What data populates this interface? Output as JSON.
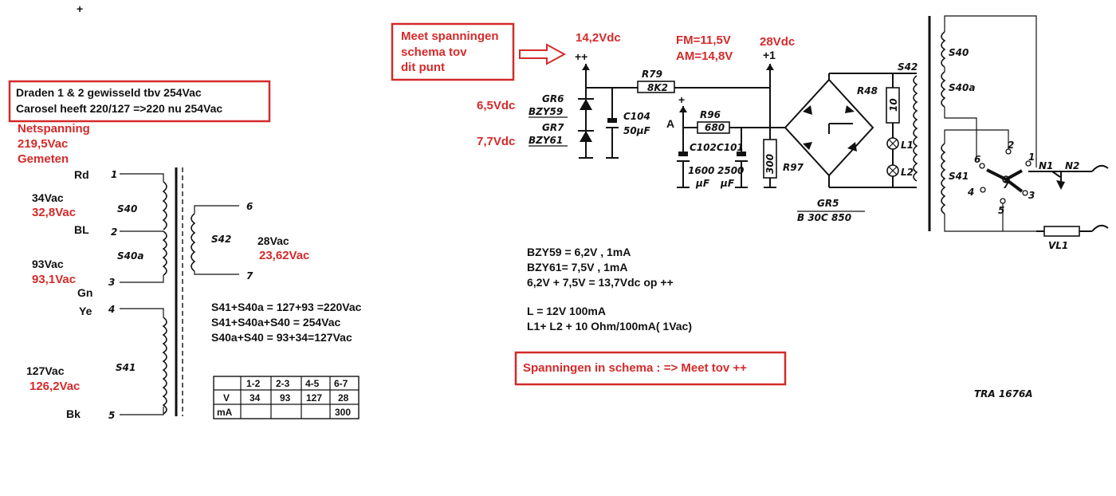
{
  "top_plus": "+",
  "callout_red": "Draden 1 & 2 gewisseld tbv 254Vac",
  "callout_red2": "Carosel heeft 220/127 =>220 nu 254Vac",
  "netspanning": [
    "Netspanning",
    "219,5Vac",
    "Gemeten"
  ],
  "measure_box": [
    "Meet spanningen",
    "schema tov",
    "dit punt"
  ],
  "schema_box": "Spanningen in schema : => Meet tov ++",
  "red_values": {
    "v34": "32,8Vac",
    "v93": "93,1Vac",
    "v127": "126,2Vac",
    "v28": "23,62Vac",
    "pp": "14,2Vdc",
    "fm": "FM=11,5V",
    "am": "AM=14,8V",
    "p1": "28Vdc",
    "gr6": "6,5Vdc",
    "gr7": "7,7Vdc"
  },
  "transformer_left": {
    "wire_labels": [
      "Rd",
      "BL",
      "Gn",
      "Ye",
      "Bk"
    ],
    "pin_numbers": [
      "1",
      "2",
      "3",
      "4",
      "5"
    ],
    "windings": [
      "S40",
      "S40a",
      "S41"
    ],
    "voltages": [
      "34Vac",
      "93Vac",
      "127Vac"
    ],
    "secondary": "S42",
    "sec_pins": [
      "6",
      "7"
    ],
    "sec_voltage": "28Vac"
  },
  "sums": [
    "S41+S40a = 127+93 =220Vac",
    "S41+S40a+S40 = 254Vac",
    "S40a+S40 = 93+34=127Vac"
  ],
  "table": {
    "headers": [
      "",
      "1-2",
      "2-3",
      "4-5",
      "6-7"
    ],
    "rows": [
      [
        "V",
        "34",
        "93",
        "127",
        "28"
      ],
      [
        "mA",
        "",
        "",
        "",
        "300"
      ]
    ]
  },
  "schematic": {
    "pp_label": "++",
    "p1_label": "+1",
    "r79": "R79",
    "r79_val": "8K2",
    "gr6": "GR6",
    "gr6_type": "BZY59",
    "gr7": "GR7",
    "gr7_type": "BZY61",
    "c104": "C104",
    "c104_val": "50µF",
    "a_label": "A",
    "plus_small": "+",
    "r96": "R96",
    "r96_val": "680",
    "c102": "C102",
    "c101": "C101",
    "c102_val": "1600",
    "c101_val": "2500",
    "uf": "µF",
    "r97": "R97",
    "r97_val": "300",
    "r48": "R48",
    "r48_val": "10",
    "l1": "L1",
    "l2": "L2",
    "gr5": "GR5",
    "gr5_type": "B 30C 850",
    "s42": "S42",
    "s40": "S40",
    "s40a": "S40a",
    "s41": "S41",
    "switch_pins": [
      "1",
      "2",
      "3",
      "4",
      "5",
      "6",
      "7"
    ],
    "n1": "N1",
    "n2": "N2",
    "vl1": "VL1",
    "code": "TRA 1676A"
  },
  "notes": [
    "BZY59 = 6,2V , 1mA",
    "BZY61= 7,5V , 1mA",
    "6,2V + 7,5V = 13,7Vdc op ++",
    "",
    "L = 12V 100mA",
    "L1+ L2 + 10 Ohm/100mA( 1Vac)"
  ]
}
